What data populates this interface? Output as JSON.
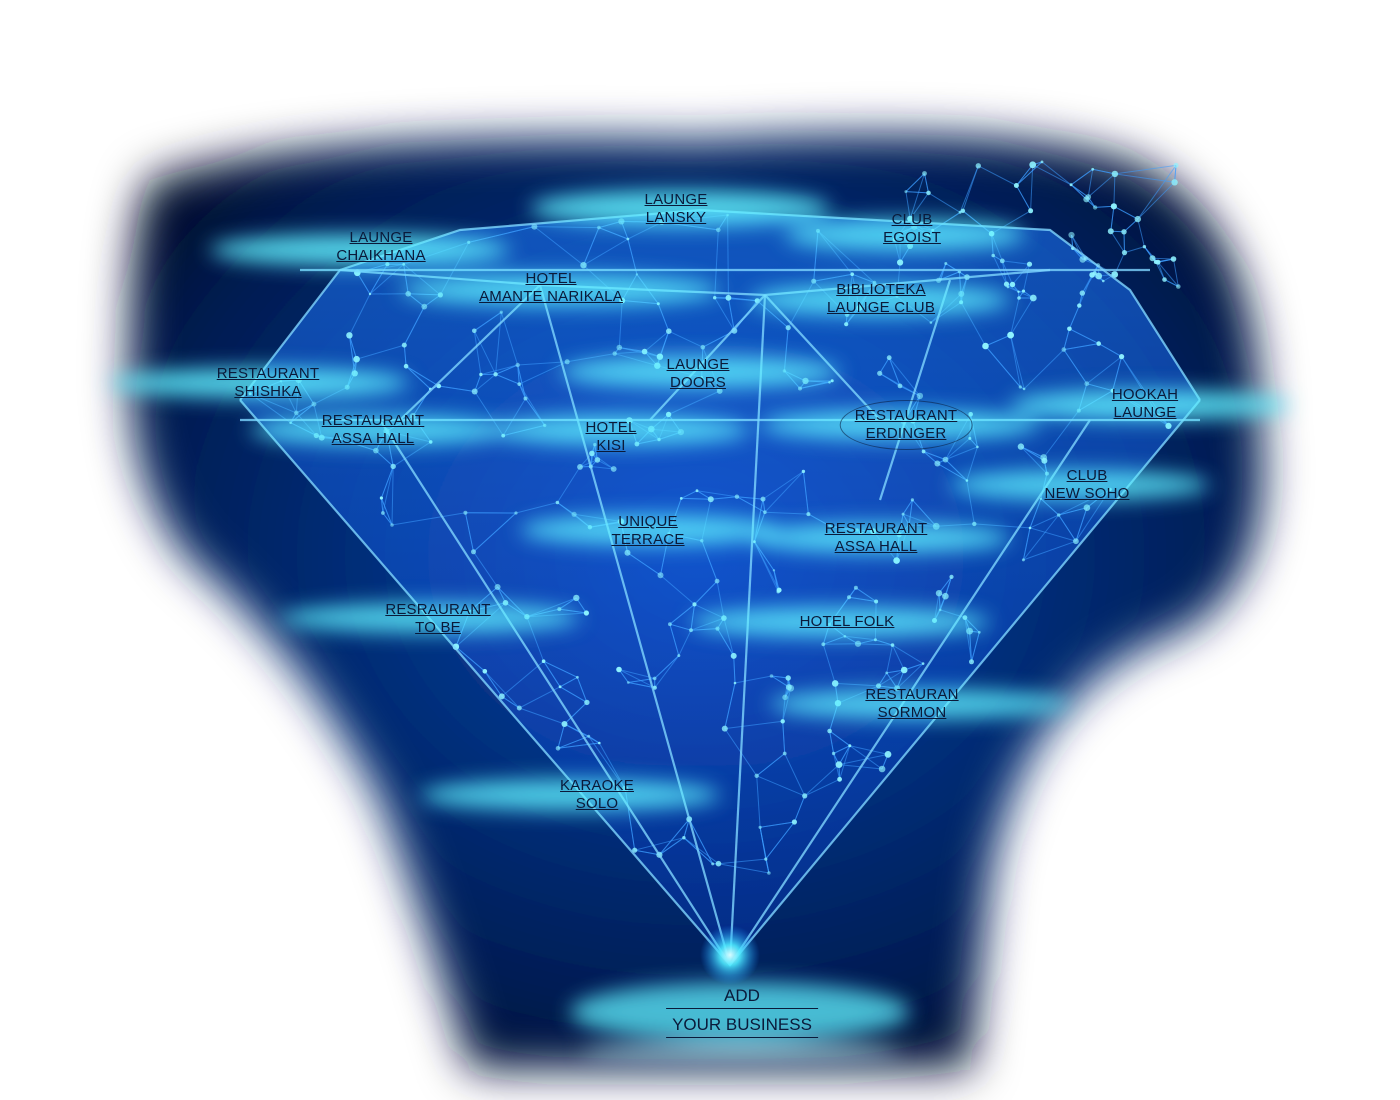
{
  "venues": [
    {
      "id": "launge-lansky",
      "lines": [
        "LAUNGE",
        "LANSKY"
      ],
      "circled": false
    },
    {
      "id": "club-egoist",
      "lines": [
        "CLUB",
        "EGOIST"
      ],
      "circled": false
    },
    {
      "id": "launge-chaikhana",
      "lines": [
        "LAUNGE",
        "CHAIKHANA"
      ],
      "circled": false
    },
    {
      "id": "hotel-amante-narikala",
      "lines": [
        "HOTEL",
        "AMANTE NARIKALA"
      ],
      "circled": false
    },
    {
      "id": "biblioteka-launge-club",
      "lines": [
        "BIBLIOTEKA",
        "LAUNGE CLUB"
      ],
      "circled": false
    },
    {
      "id": "restaurant-shishka",
      "lines": [
        "RESTAURANT",
        "SHISHKA"
      ],
      "circled": false
    },
    {
      "id": "launge-doors",
      "lines": [
        "LAUNGE",
        "DOORS"
      ],
      "circled": false
    },
    {
      "id": "hookah-launge",
      "lines": [
        "HOOKAH",
        "LAUNGE"
      ],
      "circled": false
    },
    {
      "id": "restaurant-assa-hall-left",
      "lines": [
        "RESTAURANT",
        "ASSA HALL"
      ],
      "circled": false
    },
    {
      "id": "hotel-kisi",
      "lines": [
        "HOTEL",
        "KISI"
      ],
      "circled": false
    },
    {
      "id": "restaurant-erdinger",
      "lines": [
        "RESTAURANT",
        "ERDINGER"
      ],
      "circled": true
    },
    {
      "id": "club-new-soho",
      "lines": [
        "CLUB",
        "NEW SOHO"
      ],
      "circled": false
    },
    {
      "id": "unique-terrace",
      "lines": [
        "UNIQUE",
        "TERRACE"
      ],
      "circled": false
    },
    {
      "id": "restaurant-assa-hall-right",
      "lines": [
        "RESTAURANT",
        "ASSA HALL"
      ],
      "circled": false
    },
    {
      "id": "resraurant-to-be",
      "lines": [
        "RESRAURANT",
        "TO BE"
      ],
      "circled": false
    },
    {
      "id": "hotel-folk",
      "lines": [
        "HOTEL FOLK"
      ],
      "circled": false
    },
    {
      "id": "restauran-sormon",
      "lines": [
        "RESTAURAN",
        "SORMON"
      ],
      "circled": false
    },
    {
      "id": "karaoke-solo",
      "lines": [
        "KARAOKE",
        "SOLO"
      ],
      "circled": false
    }
  ],
  "add_business": {
    "line1": "ADD",
    "line2": "YOUR BUSINESS"
  },
  "colors": {
    "background_dark": "#041a4a",
    "background_deep": "#020c2a",
    "glow": "#38e4ff",
    "mesh": "#2f8bff",
    "text": "#0a1a3a"
  },
  "icons": {
    "diamond": "diamond-mesh-icon"
  }
}
